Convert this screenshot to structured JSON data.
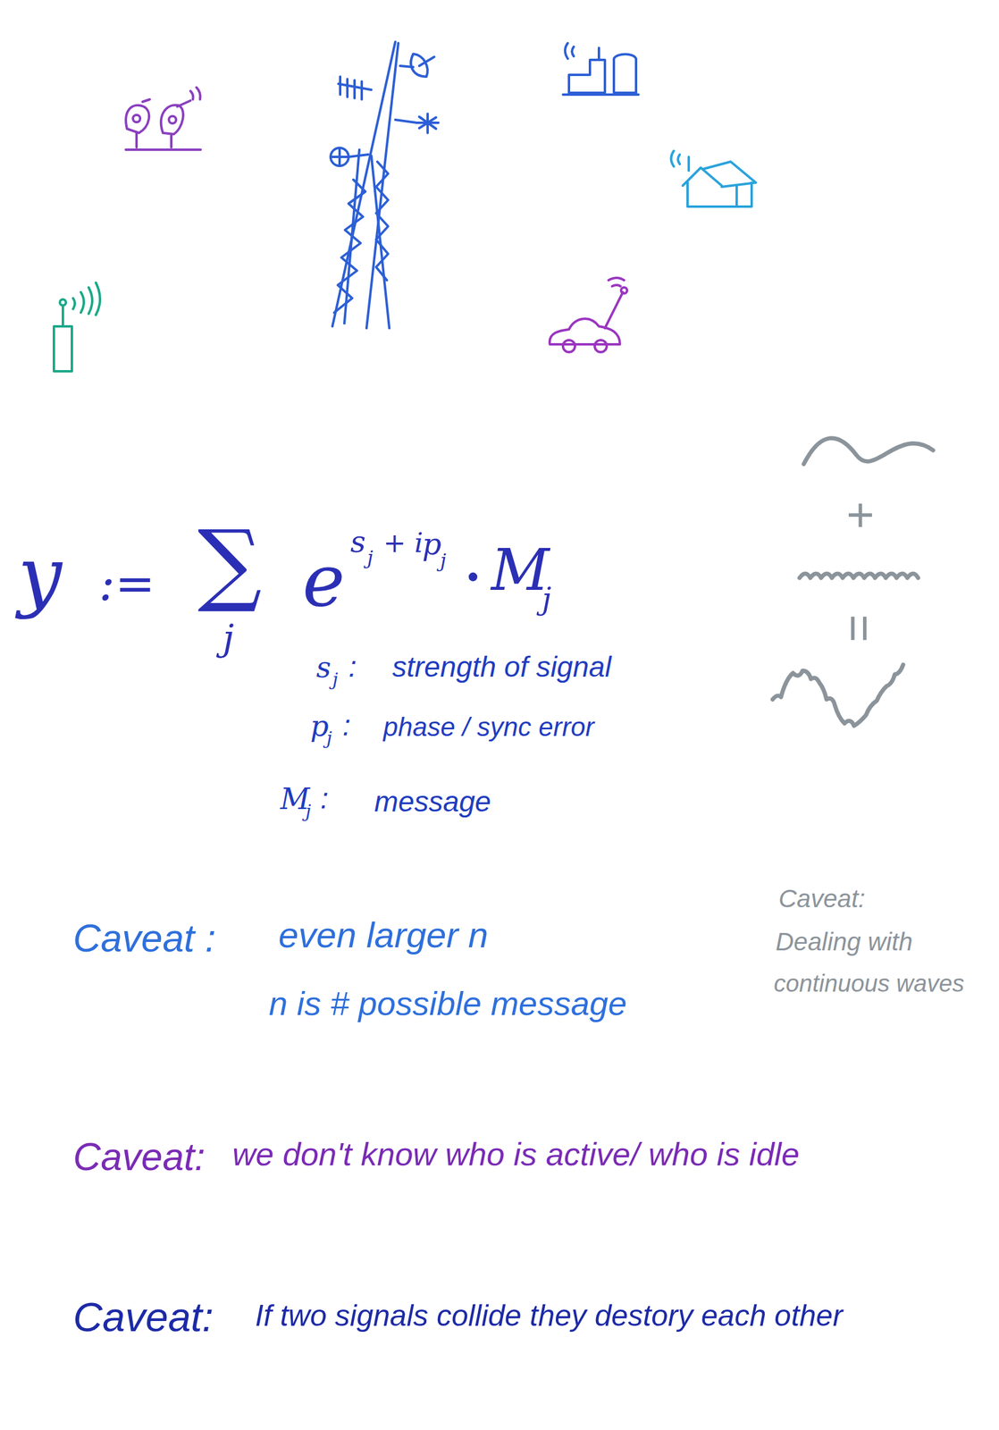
{
  "diagram": {
    "labels": [
      "y",
      ":=",
      "∑",
      "j",
      "e",
      "s",
      "j",
      "+ i",
      "p",
      "j",
      "•",
      "M",
      "j",
      "s",
      "j",
      ":",
      "strength of signal",
      "p",
      "j",
      ":",
      "phase / sync error",
      "M",
      "j",
      ":",
      "message",
      "+",
      "=",
      "Caveat :",
      "even larger n",
      "n is # possible message",
      "Caveat:",
      "Dealing with",
      "continuous waves",
      "Caveat:",
      "we don't know who is active/ who is idle",
      "Caveat:",
      "If two signals collide they destory each other"
    ]
  }
}
